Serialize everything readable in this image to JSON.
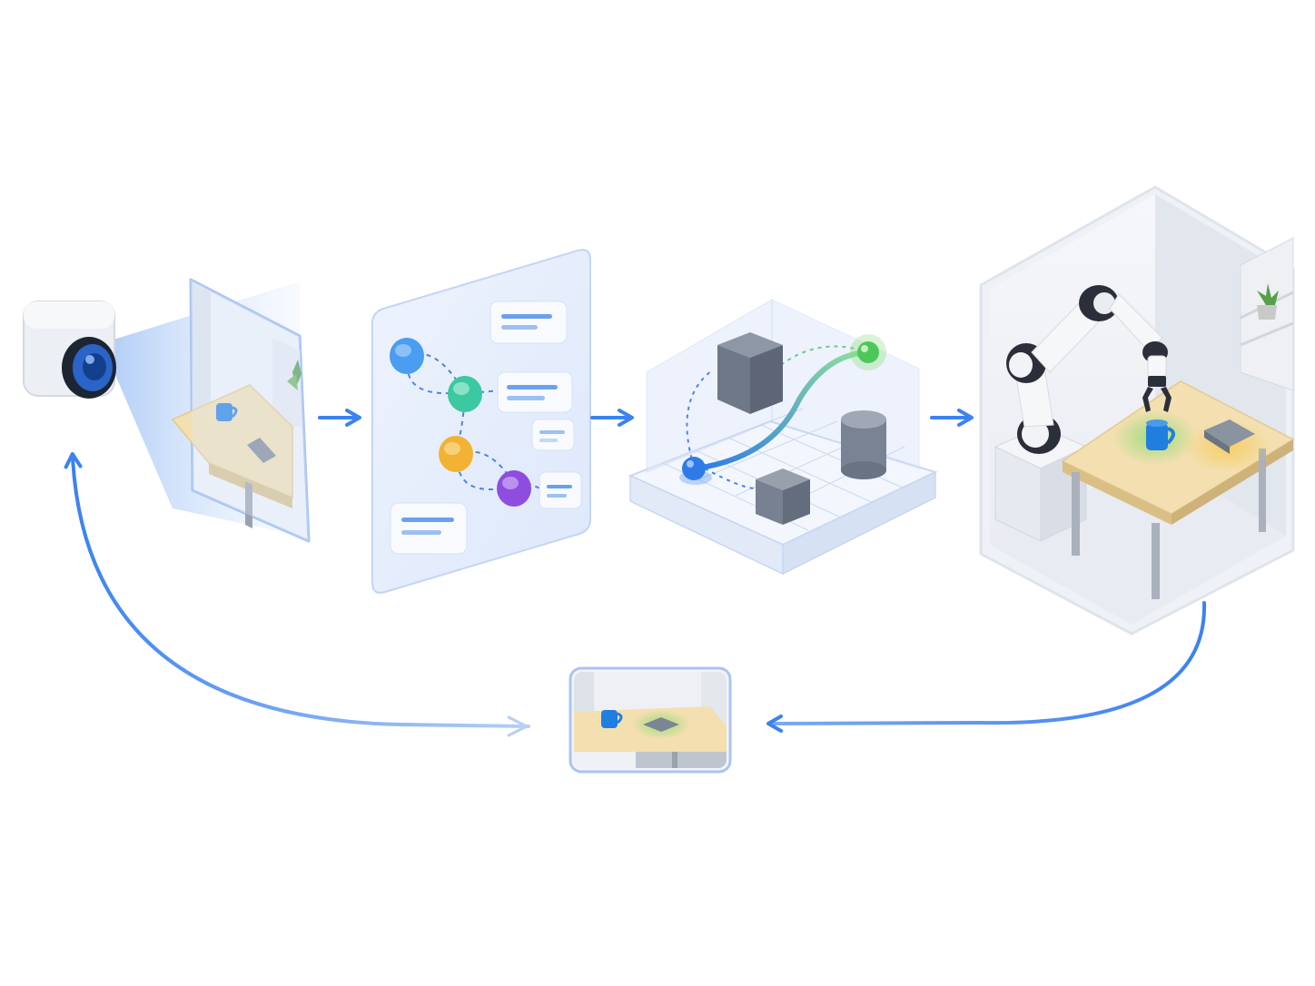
{
  "diagram": {
    "stages": [
      {
        "id": "camera",
        "icon": "camera-icon"
      },
      {
        "id": "captured-frame",
        "icon": "room-photo-icon"
      },
      {
        "id": "reasoning-graph",
        "icon": "node-graph-icon"
      },
      {
        "id": "motion-planning",
        "icon": "3d-planning-scene-icon"
      },
      {
        "id": "robot-execution",
        "icon": "robot-arm-icon"
      },
      {
        "id": "result-frame",
        "icon": "result-photo-icon"
      }
    ],
    "connections": [
      {
        "from": "captured-frame",
        "to": "reasoning-graph"
      },
      {
        "from": "reasoning-graph",
        "to": "motion-planning"
      },
      {
        "from": "motion-planning",
        "to": "robot-execution"
      },
      {
        "from": "robot-execution",
        "to": "result-frame"
      },
      {
        "from": "result-frame",
        "to": "camera"
      }
    ],
    "graph_node_colors": [
      "#4a9df0",
      "#3cc8a0",
      "#f2b233",
      "#8f4de0"
    ],
    "colors": {
      "accent": "#3b82f0",
      "panel": "#e6eefc",
      "panel_border": "#a9c4f2",
      "table": "#f3dfb0",
      "mug": "#1f7ee0",
      "grasp_highlight": "#7ddc6a",
      "target_highlight": "#f7c94a"
    }
  }
}
